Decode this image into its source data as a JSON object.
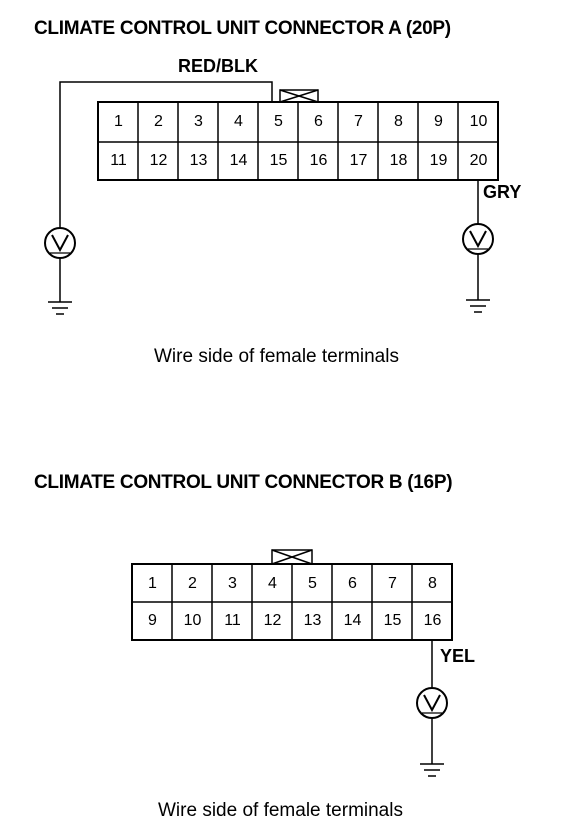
{
  "connector_a": {
    "title": "CLIMATE CONTROL UNIT CONNECTOR A (20P)",
    "wire_left": "RED/BLK",
    "wire_right": "GRY",
    "row1": [
      "1",
      "2",
      "3",
      "4",
      "5",
      "6",
      "7",
      "8",
      "9",
      "10"
    ],
    "row2": [
      "11",
      "12",
      "13",
      "14",
      "15",
      "16",
      "17",
      "18",
      "19",
      "20"
    ],
    "caption": "Wire side of female terminals"
  },
  "connector_b": {
    "title": "CLIMATE CONTROL UNIT CONNECTOR B (16P)",
    "wire": "YEL",
    "row1": [
      "1",
      "2",
      "3",
      "4",
      "5",
      "6",
      "7",
      "8"
    ],
    "row2": [
      "9",
      "10",
      "11",
      "12",
      "13",
      "14",
      "15",
      "16"
    ],
    "caption": "Wire side of female terminals"
  },
  "symbols": {
    "meter": "voltmeter-icon",
    "ground": "ground-icon"
  }
}
